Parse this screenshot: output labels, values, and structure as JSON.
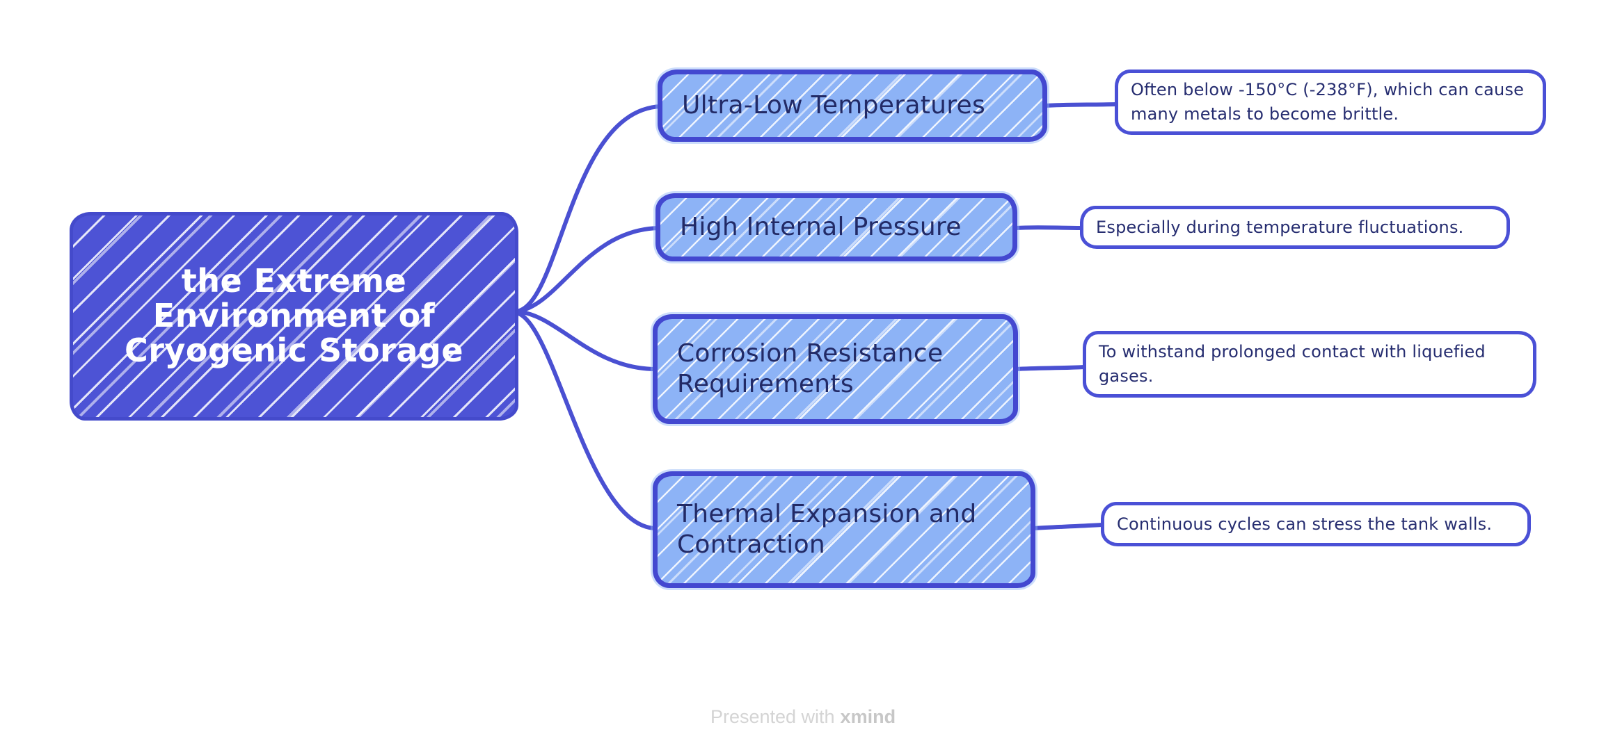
{
  "root": {
    "label": "the Extreme Environment of Cryogenic Storage"
  },
  "branches": [
    {
      "label": "Ultra-Low Temperatures",
      "note": "Often below -150°C (-238°F), which can cause many metals to become brittle."
    },
    {
      "label": "High Internal Pressure",
      "note": "Especially during temperature fluctuations."
    },
    {
      "label": "Corrosion Resistance Requirements",
      "note": "To withstand prolonged contact with liquefied gases."
    },
    {
      "label": "Thermal Expansion and Contraction",
      "note": "Continuous cycles can stress the tank walls."
    }
  ],
  "footer": {
    "prefix": "Presented with",
    "brand": "xmind"
  },
  "colors": {
    "root_fill": "#4d53d5",
    "branch_fill": "#8db3f6",
    "node_border": "#4348d0",
    "topic_text": "#222a66",
    "note_text": "#262d70",
    "root_text": "#ffffff",
    "connector": "#4a50d2",
    "footer_text": "#d4d4d4"
  }
}
